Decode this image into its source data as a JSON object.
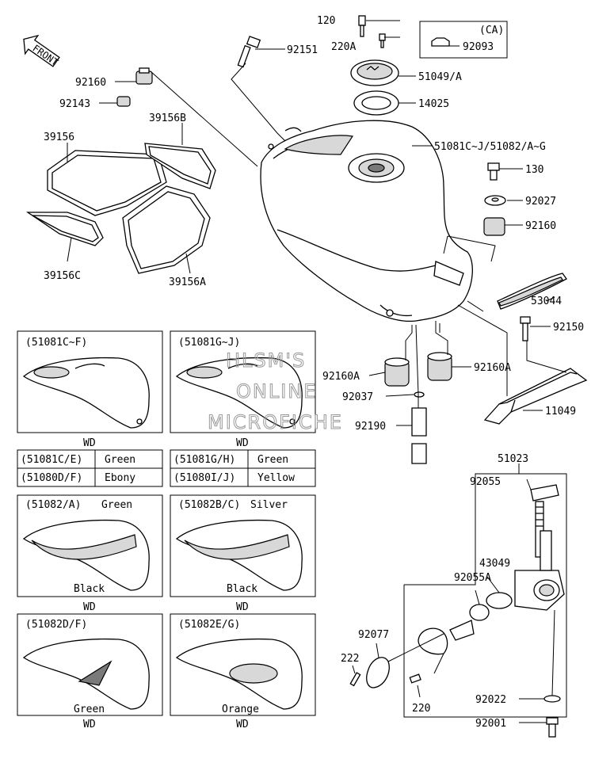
{
  "direction_label": "FRONT",
  "ca_label": "(CA)",
  "watermark": [
    "HLSM'S",
    "ONLINE",
    "MICROFICHE"
  ],
  "callouts": {
    "c120": "120",
    "c220A": "220A",
    "c92093": "92093",
    "c92151": "92151",
    "c51049A": "51049/A",
    "c92160_top": "92160",
    "c14025": "14025",
    "c92143": "92143",
    "c39156B": "39156B",
    "c39156": "39156",
    "c51081": "51081C~J/51082/A~G",
    "c130": "130",
    "c92027": "92027",
    "c92160_right": "92160",
    "c39156C": "39156C",
    "c39156A": "39156A",
    "c53044": "53044",
    "c92150": "92150",
    "c92160A_left": "92160A",
    "c92160A_right": "92160A",
    "c92037": "92037",
    "c11049": "11049",
    "c92190": "92190",
    "c51023": "51023",
    "c92055": "92055",
    "c43049": "43049",
    "c92055A": "92055A",
    "c92077": "92077",
    "c222": "222",
    "c220": "220",
    "c92022": "92022",
    "c92001": "92001"
  },
  "variants": [
    {
      "title": "(51081C~F)",
      "colors": [],
      "wd": "WD"
    },
    {
      "title": "(51081G~J)",
      "colors": [],
      "wd": "WD"
    },
    {
      "title": "(51082/A)",
      "colors": [
        "Green",
        "Black"
      ],
      "wd": "WD"
    },
    {
      "title": "(51082B/C)",
      "colors": [
        "Silver",
        "Black"
      ],
      "wd": "WD"
    },
    {
      "title": "(51082D/F)",
      "colors": [
        "Green"
      ],
      "wd": "WD"
    },
    {
      "title": "(51082E/G)",
      "colors": [
        "Orange"
      ],
      "wd": "WD"
    }
  ],
  "color_tables": [
    {
      "rows": [
        [
          "(51081C/E)",
          "Green"
        ],
        [
          "(51080D/F)",
          "Ebony"
        ]
      ]
    },
    {
      "rows": [
        [
          "(51081G/H)",
          "Green"
        ],
        [
          "(51080I/J)",
          "Yellow"
        ]
      ]
    }
  ]
}
